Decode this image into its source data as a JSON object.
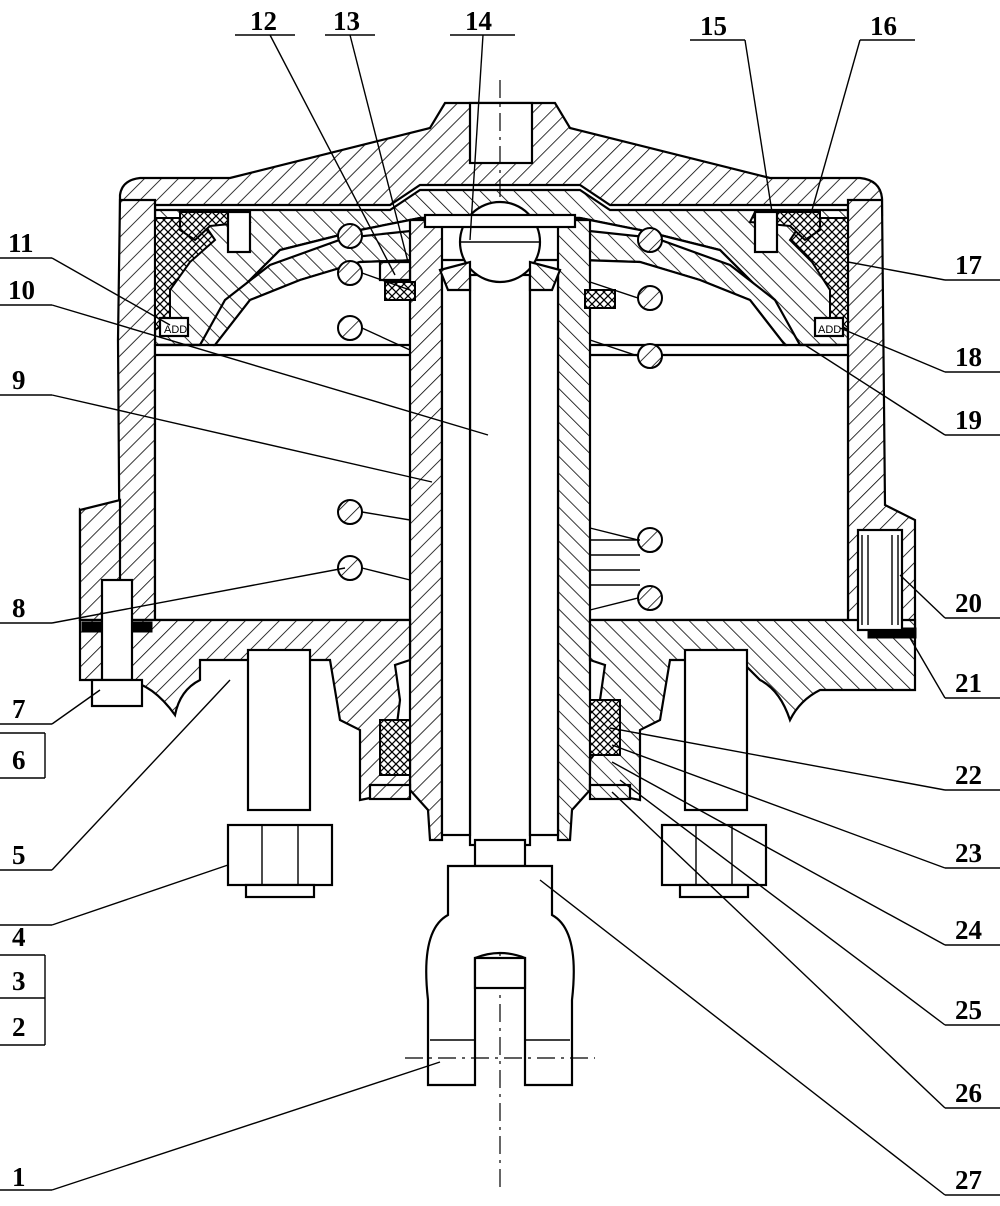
{
  "labels": {
    "l1": "1",
    "l2": "2",
    "l3": "3",
    "l4": "4",
    "l5": "5",
    "l6": "6",
    "l7": "7",
    "l8": "8",
    "l9": "9",
    "l10": "10",
    "l11": "11",
    "l12": "12",
    "l13": "13",
    "l14": "14",
    "l15": "15",
    "l16": "16",
    "l17": "17",
    "l18": "18",
    "l19": "19",
    "l20": "20",
    "l21": "21",
    "l22": "22",
    "l23": "23",
    "l24": "24",
    "l25": "25",
    "l26": "26",
    "l27": "27"
  },
  "seal_text_left": "ADD",
  "seal_text_right": "ADD"
}
